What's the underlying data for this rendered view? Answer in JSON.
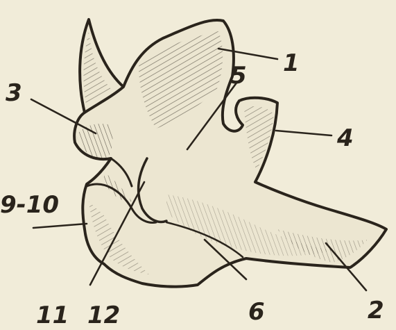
{
  "labels": {
    "l1": "1",
    "l2": "2",
    "l3": "3",
    "l4": "4",
    "l5": "5",
    "l6": "6",
    "l910": "9-10",
    "l11": "11",
    "l12": "12"
  },
  "colors": {
    "paper": "#f1ecd9",
    "ink": "#2a241c",
    "bone": "#ece6d1"
  }
}
